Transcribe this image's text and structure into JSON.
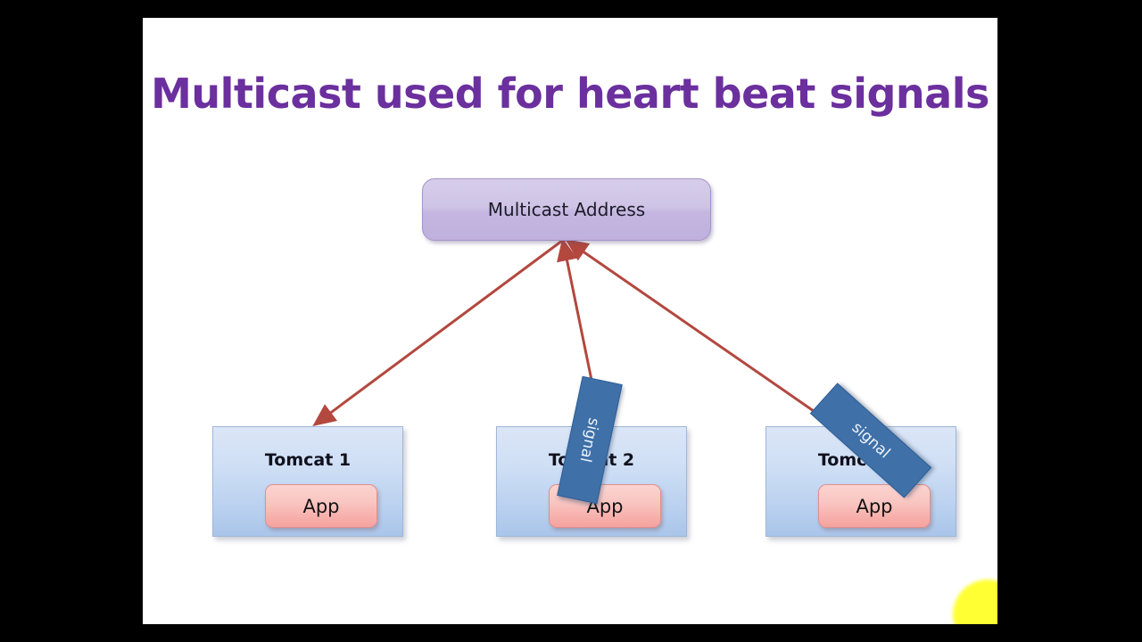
{
  "slide": {
    "title": "Multicast used for heart beat signals",
    "title_color": "#6b2f9e",
    "background": "#ffffff",
    "letterbox_color": "#000000"
  },
  "multicast": {
    "label": "Multicast Address",
    "fill_color": "#cfc4e6",
    "border_color": "#a294c9"
  },
  "servers": [
    {
      "name": "Tomcat 1",
      "app_label": "App",
      "signal_label": null
    },
    {
      "name": "Tomcat 2",
      "app_label": "App",
      "signal_label": "signal"
    },
    {
      "name": "Tomcat 3",
      "app_label": "App",
      "signal_label": "signal"
    }
  ],
  "colors": {
    "server_fill": "#cfdff5",
    "server_border": "#9fb7d8",
    "app_fill": "#f9c6c2",
    "app_border": "#e08f8c",
    "signal_fill": "#3f70a8",
    "signal_text": "#ffffff",
    "arrow": "#b3483f",
    "cursor_dot": "#ffff33"
  },
  "arrows": [
    {
      "name": "arrow-to-tomcat-1",
      "from": "multicast-address",
      "to": "Tomcat 1",
      "direction": "bidirectional"
    },
    {
      "name": "arrow-to-tomcat-2",
      "from": "multicast-address",
      "to": "Tomcat 2 signal",
      "direction": "to-multicast"
    },
    {
      "name": "arrow-to-tomcat-3",
      "from": "multicast-address",
      "to": "Tomcat 3 signal",
      "direction": "to-multicast"
    }
  ]
}
